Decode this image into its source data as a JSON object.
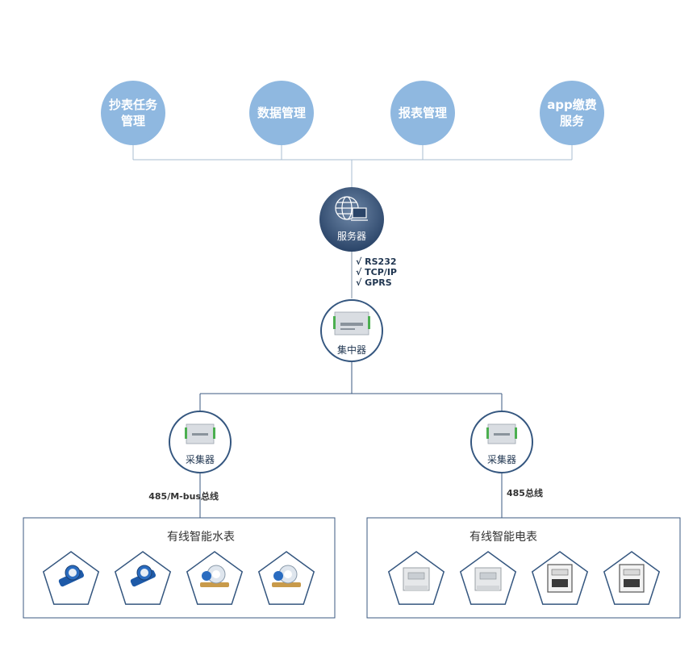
{
  "modules": [
    {
      "id": "meter-reading-task",
      "lines": [
        "抄表任务",
        "管理"
      ]
    },
    {
      "id": "data-management",
      "lines": [
        "数据管理"
      ]
    },
    {
      "id": "report-management",
      "lines": [
        "报表管理"
      ]
    },
    {
      "id": "app-payment",
      "lines": [
        "app缴费",
        "服务"
      ]
    }
  ],
  "server": {
    "label": "服务器"
  },
  "protocols": [
    "√ RS232",
    "√ TCP/IP",
    "√ GPRS"
  ],
  "concentrator": {
    "label": "集中器"
  },
  "collectors": [
    {
      "label": "采集器",
      "bus_label": "485/M-bus总线"
    },
    {
      "label": "采集器",
      "bus_label": "485总线"
    }
  ],
  "groups": [
    {
      "title": "有线智能水表",
      "device_count": 4
    },
    {
      "title": "有线智能电表",
      "device_count": 4
    }
  ],
  "colors": {
    "module_fill": "#8fb8e0",
    "server_fill": "#2d4a70",
    "line": "#9fb4c8",
    "dark_line": "#2d4a70",
    "ring": "#34567f"
  }
}
